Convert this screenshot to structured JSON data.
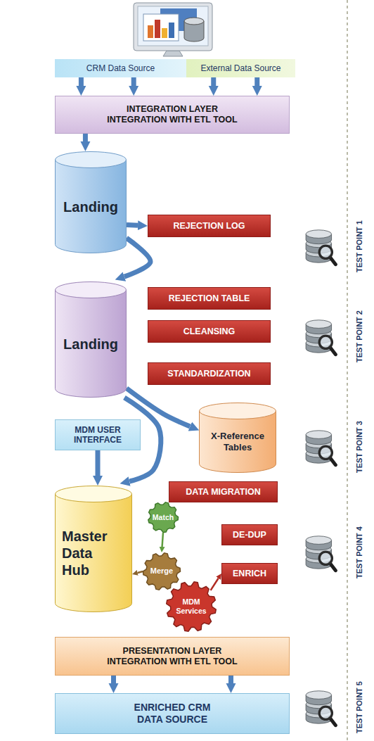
{
  "diagram": {
    "nodes": [
      {
        "text": [
          "CRM Data Source"
        ]
      },
      {
        "text": [
          "External Data Source"
        ]
      },
      {
        "text": [
          "INTEGRATION LAYER",
          "INTEGRATION WITH ETL TOOL"
        ]
      },
      {
        "text": [
          "Landing"
        ]
      },
      {
        "text": [
          "REJECTION LOG"
        ]
      },
      {
        "text": [
          "REJECTION TABLE"
        ]
      },
      {
        "text": [
          "CLEANSING"
        ]
      },
      {
        "text": [
          "Landing"
        ]
      },
      {
        "text": [
          "STANDARDIZATION"
        ]
      },
      {
        "text": [
          "X-Reference Tables"
        ]
      },
      {
        "text": [
          "MDM USER INTERFACE"
        ]
      },
      {
        "text": [
          "DATA MIGRATION"
        ]
      },
      {
        "text": [
          "Master Data Hub"
        ]
      },
      {
        "text": [
          "Match"
        ]
      },
      {
        "text": [
          "DE-DUP"
        ]
      },
      {
        "text": [
          "Merge"
        ]
      },
      {
        "text": [
          "ENRICH"
        ]
      },
      {
        "text": [
          "MDM Services"
        ]
      },
      {
        "text": [
          "PRESENTATION LAYER",
          "INTEGRATION WITH ETL TOOL"
        ]
      },
      {
        "text": [
          "ENRICHED CRM DATA SOURCE"
        ]
      }
    ],
    "edges": [
      {
        "from": 0,
        "to": 2,
        "arrow": "to"
      },
      {
        "from": 0,
        "to": 2,
        "arrow": "to"
      },
      {
        "from": 1,
        "to": 2,
        "arrow": "to"
      },
      {
        "from": 1,
        "to": 2,
        "arrow": "to"
      },
      {
        "from": 2,
        "to": 3,
        "arrow": "to"
      },
      {
        "from": 3,
        "to": 4,
        "arrow": "to"
      },
      {
        "from": 3,
        "to": 7,
        "arrow": "to"
      },
      {
        "from": 7,
        "to": 9,
        "arrow": "to"
      },
      {
        "from": 7,
        "to": 12,
        "arrow": "to"
      },
      {
        "from": 10,
        "to": 12,
        "arrow": "to"
      },
      {
        "from": 13,
        "to": 15,
        "arrow": "to"
      },
      {
        "from": 15,
        "to": 12,
        "arrow": "to"
      },
      {
        "from": 17,
        "to": 16,
        "arrow": "to"
      },
      {
        "from": 18,
        "to": 19,
        "arrow": "to"
      },
      {
        "from": 18,
        "to": 19,
        "arrow": "to"
      }
    ],
    "labels": [
      "TEST POINT 1",
      "TEST POINT 2",
      "TEST POINT 3",
      "TEST POINT 4",
      "TEST POINT 5"
    ]
  }
}
